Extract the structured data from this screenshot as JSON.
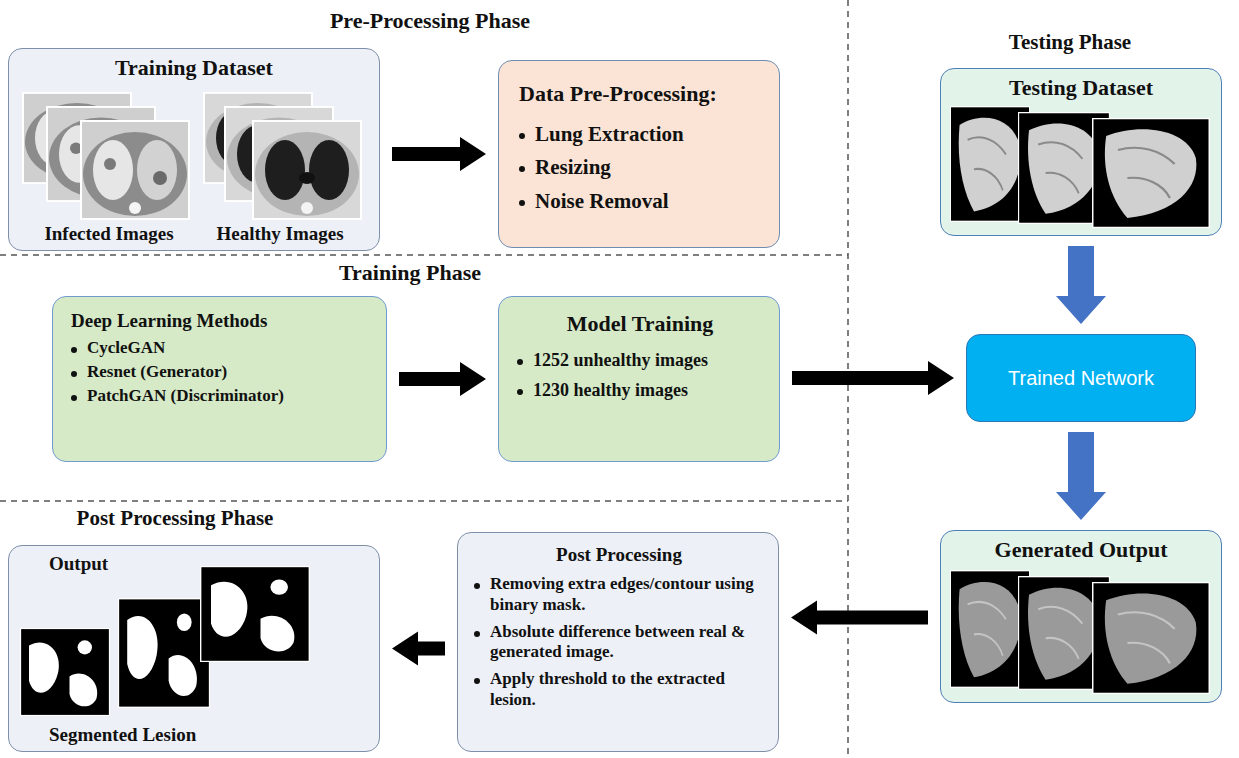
{
  "diagram": {
    "nodes": [
      {
        "text": [
          "Training Dataset",
          "Infected Images",
          "Healthy Images"
        ]
      },
      {
        "text": [
          "Data Pre-Processing:",
          "Lung Extraction",
          "Resizing",
          "Noise Removal"
        ]
      },
      {
        "text": [
          "Deep Learning Methods",
          "CycleGAN",
          "Resnet (Generator)",
          "PatchGAN (Discriminator)"
        ]
      },
      {
        "text": [
          "Model Training",
          "1252 unhealthy images",
          "1230 healthy images"
        ]
      },
      {
        "text": [
          "Testing Dataset"
        ]
      },
      {
        "text": [
          "Trained Network"
        ]
      },
      {
        "text": [
          "Generated Output"
        ]
      },
      {
        "text": [
          "Post Processing",
          "Removing extra edges/contour using binary mask.",
          "Absolute difference between real & generated image.",
          "Apply threshold to the extracted lesion."
        ]
      },
      {
        "text": [
          "Output",
          "Segmented Lesion"
        ]
      }
    ],
    "edges": [
      {
        "from": 0,
        "to": 1,
        "arrow": "to"
      },
      {
        "from": 2,
        "to": 3,
        "arrow": "to"
      },
      {
        "from": 3,
        "to": 5,
        "arrow": "to"
      },
      {
        "from": 4,
        "to": 5,
        "arrow": "to"
      },
      {
        "from": 5,
        "to": 6,
        "arrow": "to"
      },
      {
        "from": 6,
        "to": 7,
        "arrow": "to"
      },
      {
        "from": 7,
        "to": 8,
        "arrow": "to"
      }
    ],
    "labels": [
      "Pre-Processing Phase",
      "Training Phase",
      "Post Processing Phase",
      "Testing Phase"
    ]
  }
}
